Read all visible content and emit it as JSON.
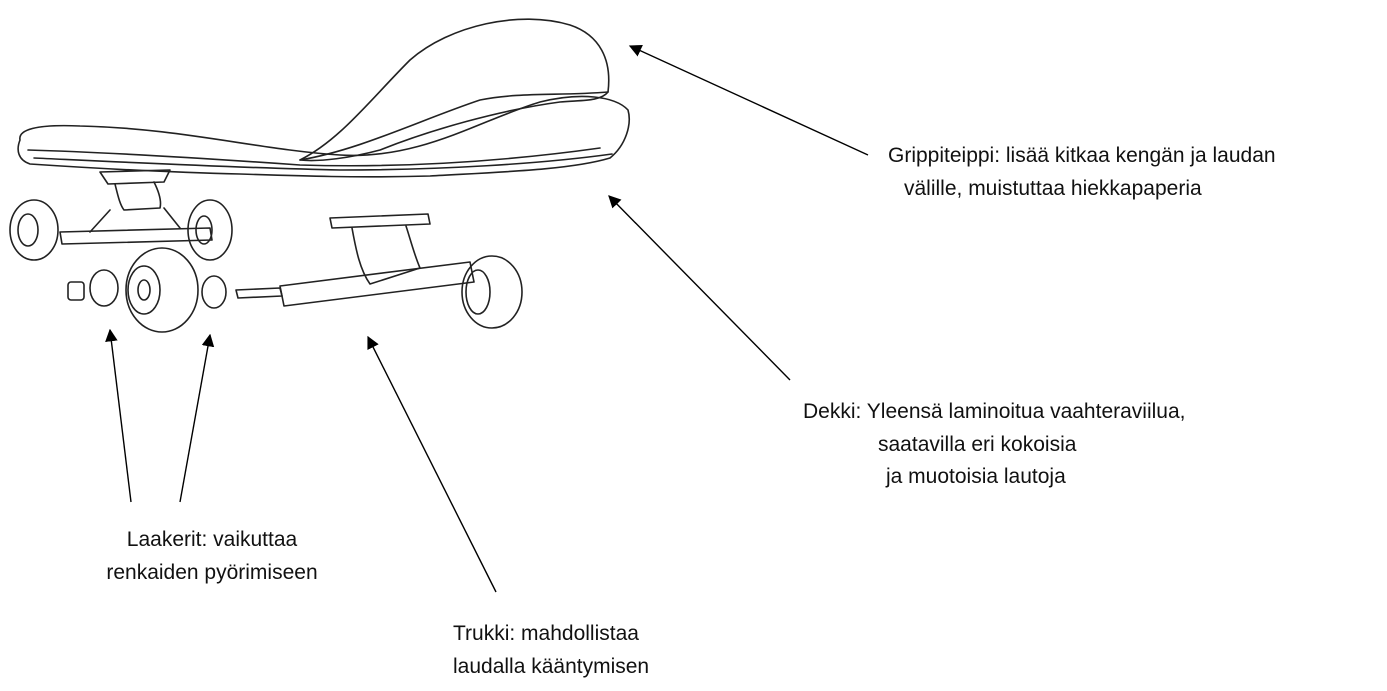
{
  "callouts": {
    "grip_tape": {
      "line1": "Grippiteippi: lisää kitkaa kengän ja laudan",
      "line2": "välille, muistuttaa hiekkapaperia"
    },
    "deck": {
      "line1": "Dekki: Yleensä laminoitua vaahteraviilua,",
      "line2": "saatavilla eri kokoisia",
      "line3": "ja muotoisia lautoja"
    },
    "bearings": {
      "line1": "Laakerit: vaikuttaa",
      "line2": "renkaiden pyörimiseen"
    },
    "truck": {
      "line1": "Trukki: mahdollistaa",
      "line2": "laudalla kääntymisen"
    }
  }
}
